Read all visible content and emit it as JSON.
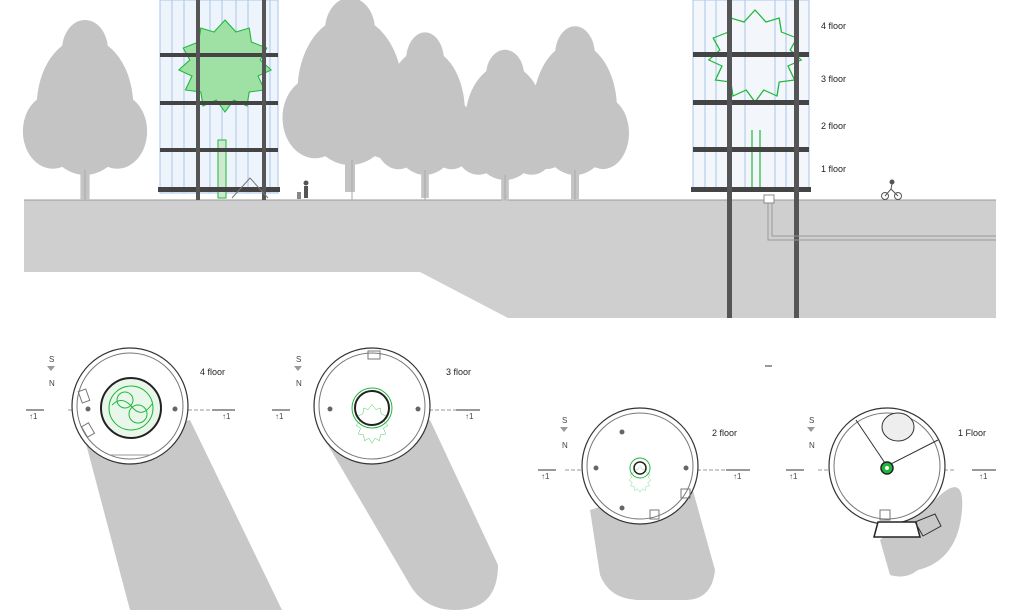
{
  "section": {
    "floor_labels": [
      "4 floor",
      "3 floor",
      "2 floor",
      "1 floor"
    ]
  },
  "plans": [
    {
      "label": "4 floor",
      "compass": [
        "S",
        "N"
      ],
      "cut_marks": [
        "↑1",
        "↑1"
      ]
    },
    {
      "label": "3 floor",
      "compass": [
        "S",
        "N"
      ],
      "cut_marks": [
        "↑1",
        "↑1"
      ]
    },
    {
      "label": "2 floor",
      "compass": [
        "S",
        "N"
      ],
      "cut_marks": [
        "↑1",
        "↑1"
      ]
    },
    {
      "label": "1 Floor",
      "compass": [
        "S",
        "N"
      ],
      "cut_marks": [
        "↑1",
        "↑1"
      ]
    }
  ],
  "colors": {
    "tree_green": "#1fb83c",
    "ground_gray": "#cfcfcf",
    "tree_gray": "#c4c4c4",
    "shadow_gray": "#c8c8c8",
    "column_dark": "#444444",
    "glass_blue": "#a9c6e8"
  }
}
